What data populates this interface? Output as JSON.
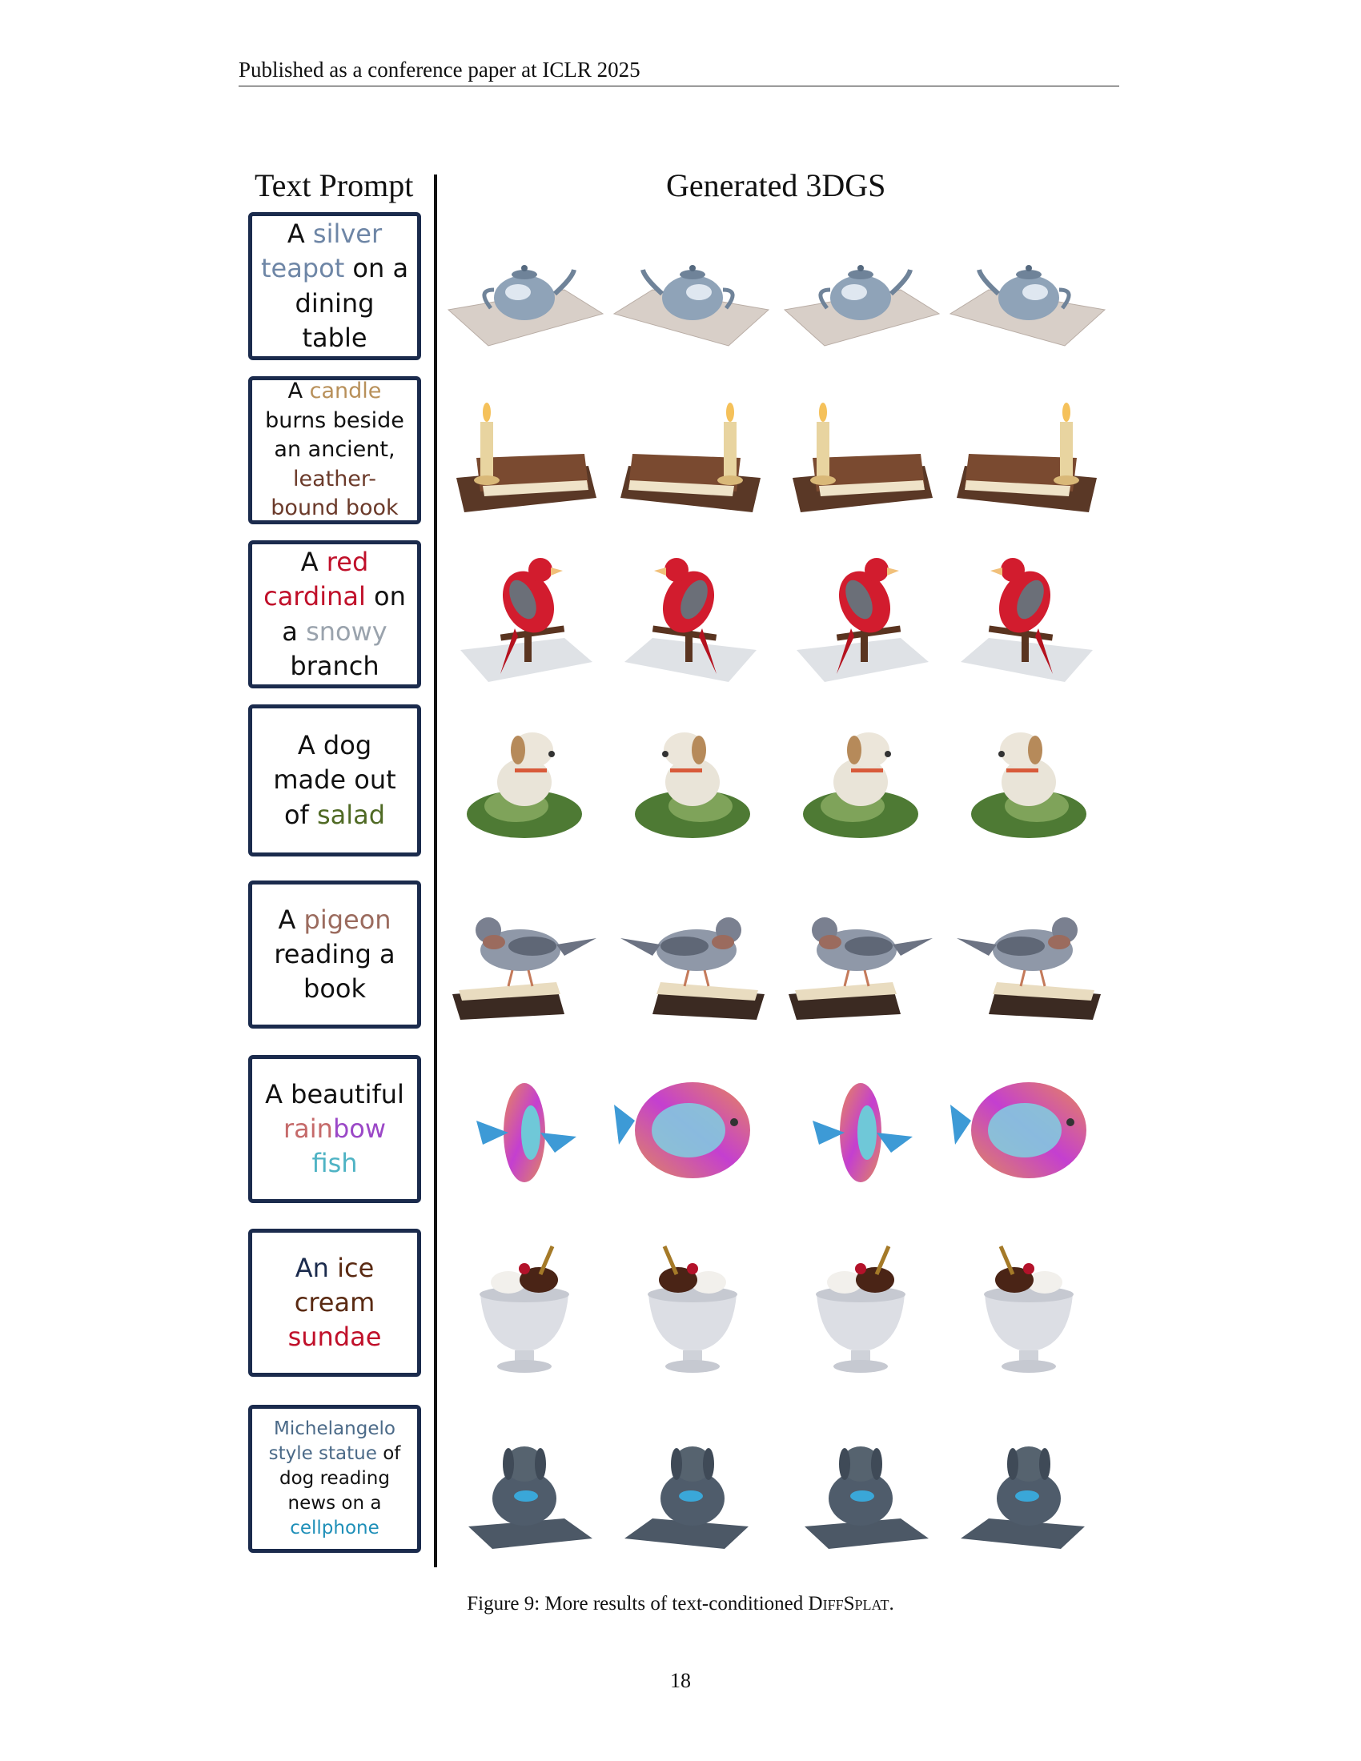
{
  "header": {
    "text": "Published as a conference paper at ICLR 2025"
  },
  "figure": {
    "left_title": "Text Prompt",
    "right_title": "Generated 3DGS",
    "prompts": [
      {
        "segments": [
          {
            "t": "A ",
            "c": "#111"
          },
          {
            "t": "silver teapot",
            "c": "#6e86a6"
          },
          {
            "t": " on a dining table",
            "c": "#111"
          }
        ],
        "size": 32
      },
      {
        "segments": [
          {
            "t": "A ",
            "c": "#111"
          },
          {
            "t": "candle",
            "c": "#b8905a"
          },
          {
            "t": " burns beside an ancient, ",
            "c": "#111"
          },
          {
            "t": "leather-bound book",
            "c": "#6b3a2a"
          }
        ],
        "size": 27
      },
      {
        "segments": [
          {
            "t": "A ",
            "c": "#111"
          },
          {
            "t": "red cardinal",
            "c": "#c0102a"
          },
          {
            "t": " on a ",
            "c": "#111"
          },
          {
            "t": "snowy",
            "c": "#9aa3ad"
          },
          {
            "t": " branch",
            "c": "#111"
          }
        ],
        "size": 32
      },
      {
        "segments": [
          {
            "t": "A dog made out of ",
            "c": "#111"
          },
          {
            "t": "salad",
            "c": "#4f6a24"
          }
        ],
        "size": 32
      },
      {
        "segments": [
          {
            "t": "A ",
            "c": "#111"
          },
          {
            "t": "pigeon",
            "c": "#9b6b5e"
          },
          {
            "t": " reading a book",
            "c": "#111"
          }
        ],
        "size": 32
      },
      {
        "segments": [
          {
            "t": "A beautiful ",
            "c": "#111"
          },
          {
            "t": "rain",
            "c": "#c56a6a"
          },
          {
            "t": "bow",
            "c": "#9b48c7"
          },
          {
            "t": " ",
            "c": "#111"
          },
          {
            "t": "fish",
            "c": "#4fb3c4"
          }
        ],
        "size": 32
      },
      {
        "segments": [
          {
            "t": "An ",
            "c": "#1b2b4d"
          },
          {
            "t": "ice cream",
            "c": "#5a2a12"
          },
          {
            "t": " ",
            "c": "#111"
          },
          {
            "t": "sundae",
            "c": "#c0102a"
          }
        ],
        "size": 32
      },
      {
        "segments": [
          {
            "t": "Michelangelo style statue",
            "c": "#4b6a88"
          },
          {
            "t": " of dog reading news on a ",
            "c": "#111"
          },
          {
            "t": "cellphone",
            "c": "#1e8fb8"
          }
        ],
        "size": 23
      }
    ],
    "objects": [
      "teapot",
      "candle-book",
      "cardinal",
      "salad-dog",
      "pigeon-book",
      "rainbow-fish",
      "ice-cream-sundae",
      "dog-statue"
    ],
    "caption_prefix": "Figure 9: More results of text-conditioned ",
    "caption_name": "DiffSplat",
    "caption_suffix": "."
  },
  "page_number": "18"
}
